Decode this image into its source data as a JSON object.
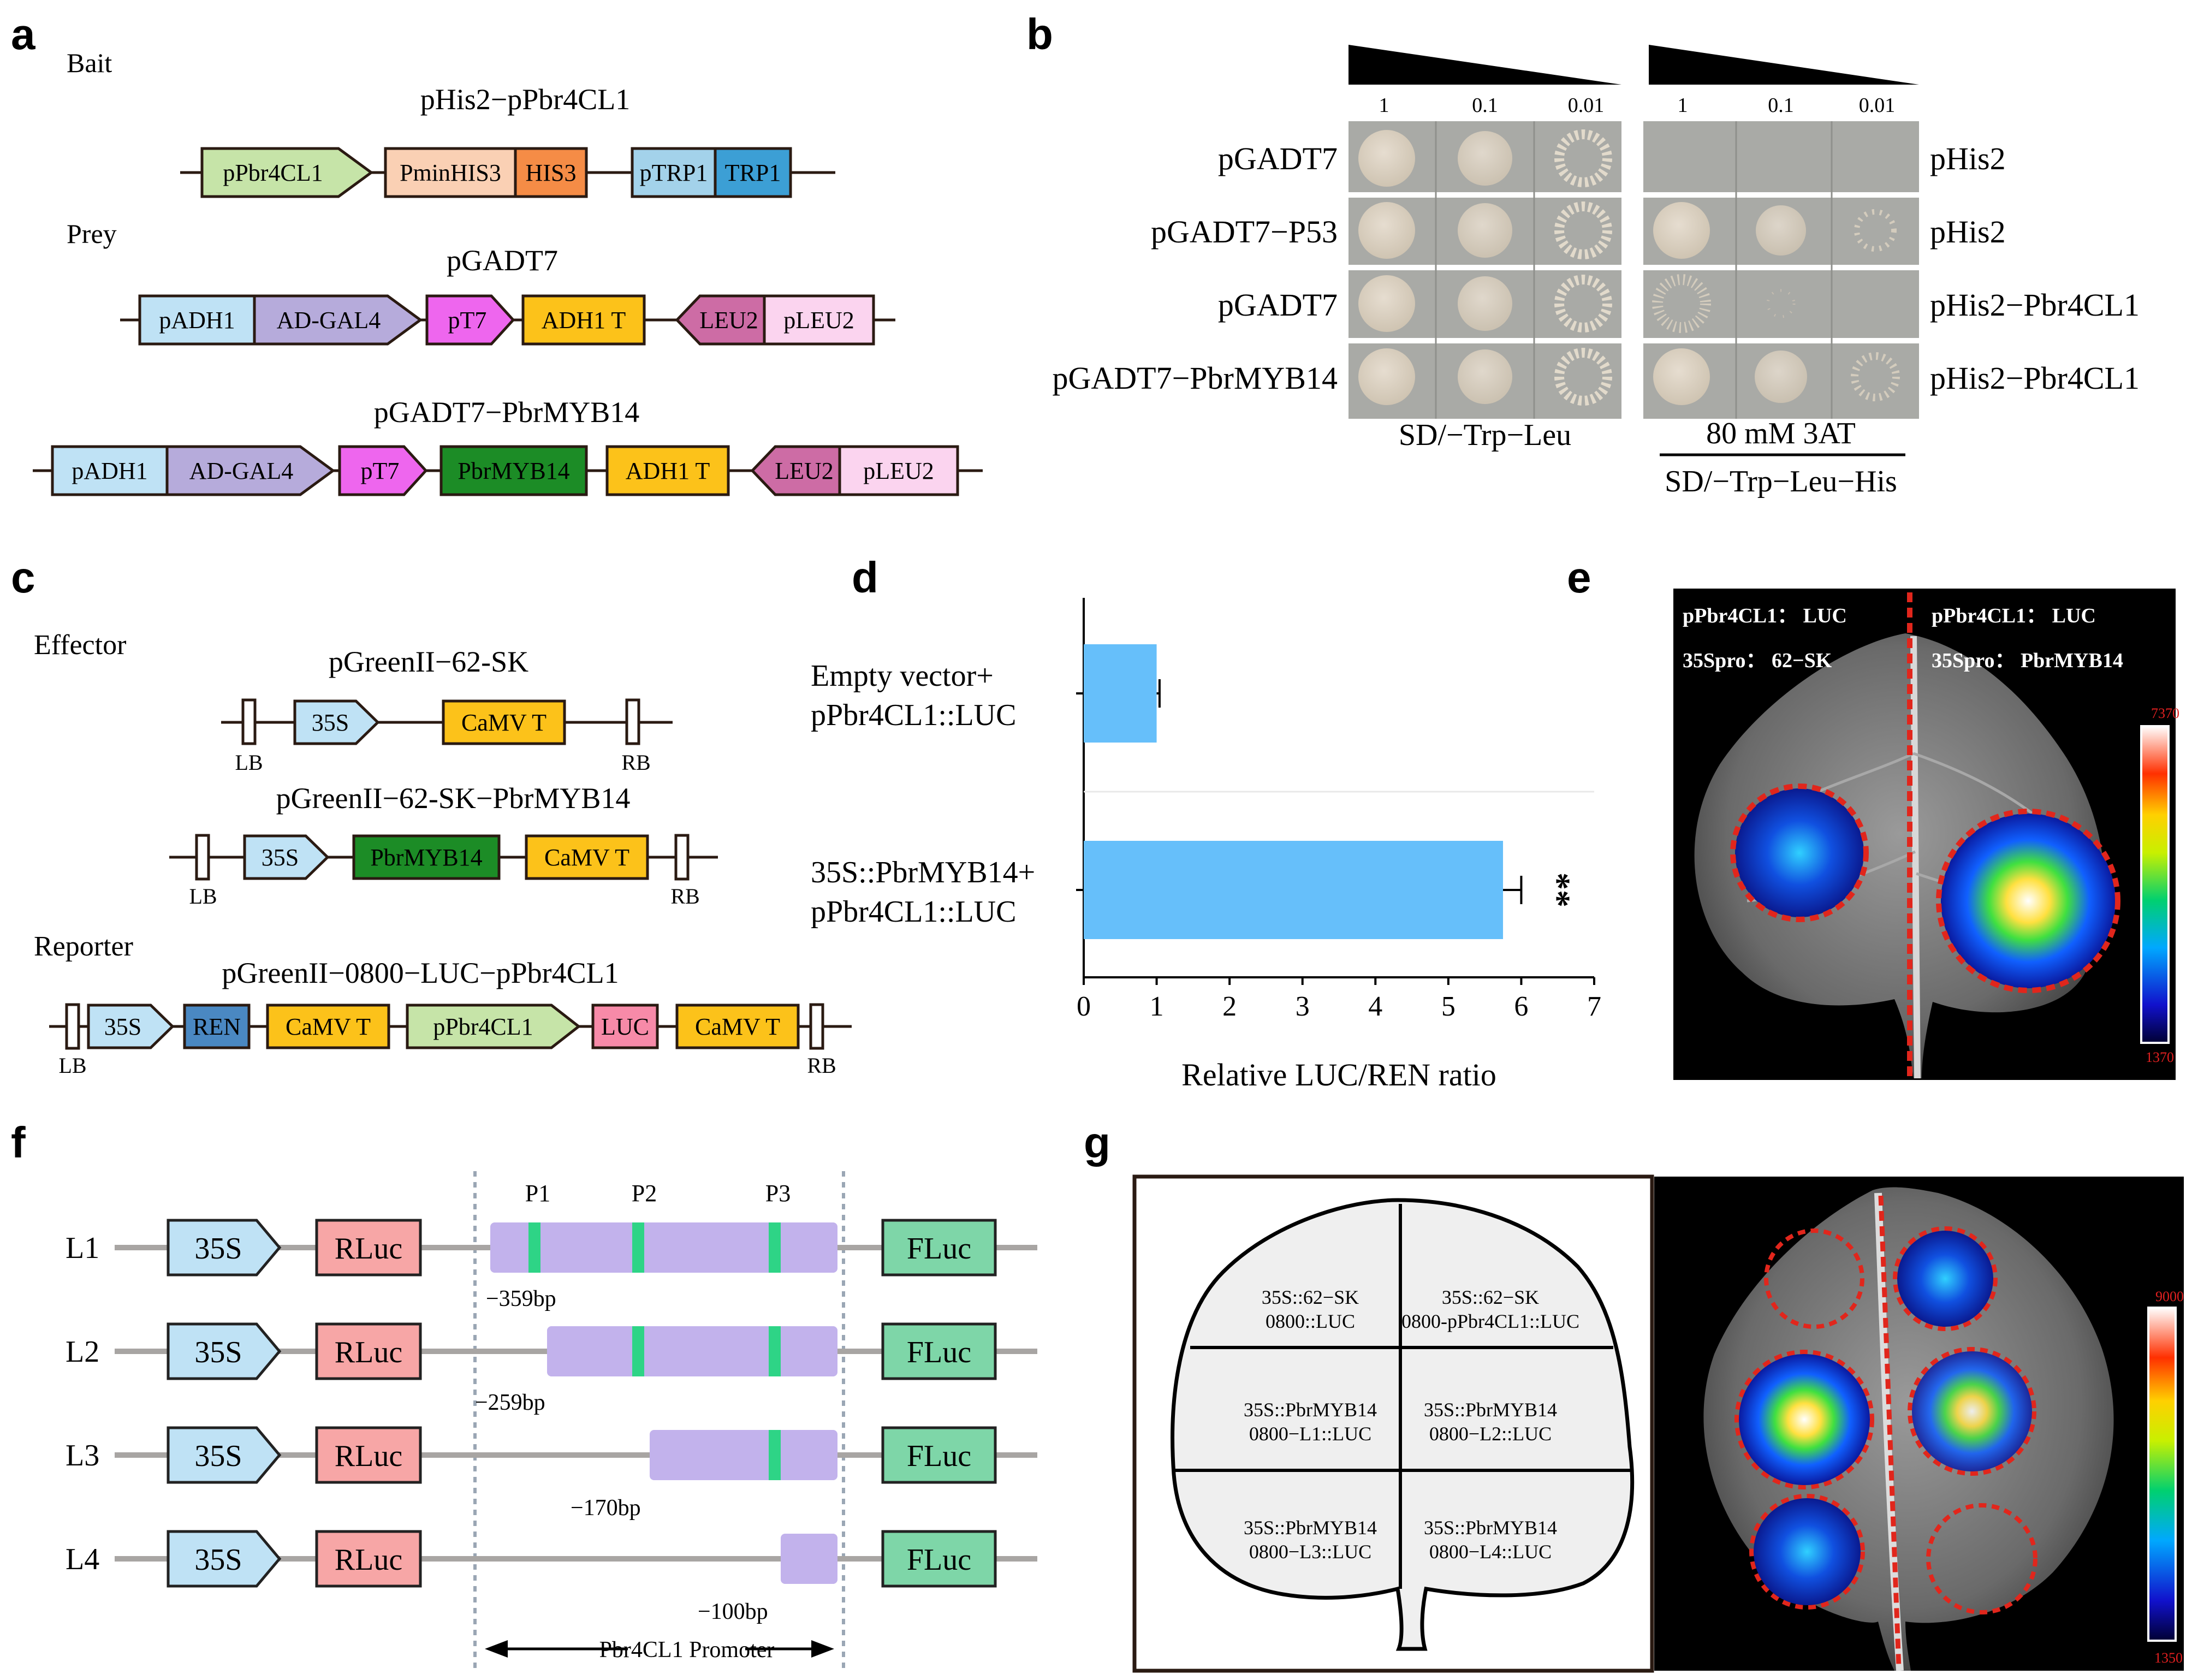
{
  "panel_labels": {
    "a": "a",
    "b": "b",
    "c": "c",
    "d": "d",
    "e": "e",
    "f": "f",
    "g": "g"
  },
  "panel_a": {
    "bait_label": "Bait",
    "prey_label": "Prey",
    "bait_title": "pHis2−pPbr4CL1",
    "prey1_title": "pGADT7",
    "prey2_title": "pGADT7−PbrMYB14",
    "bait_parts": [
      "pPbr4CL1",
      "PminHIS3",
      "HIS3",
      "pTRP1",
      "TRP1"
    ],
    "prey1_parts": [
      "pADH1",
      "AD-GAL4",
      "pT7",
      "ADH1 T",
      "LEU2",
      "pLEU2"
    ],
    "prey2_parts": [
      "pADH1",
      "AD-GAL4",
      "pT7",
      "PbrMYB14",
      "ADH1 T",
      "LEU2",
      "pLEU2"
    ]
  },
  "panel_b": {
    "dilutions": [
      "1",
      "0.1",
      "0.01"
    ],
    "rows": [
      {
        "prey": "pGADT7",
        "bait": "pHis2"
      },
      {
        "prey": "pGADT7−P53",
        "bait": "pHis2"
      },
      {
        "prey": "pGADT7",
        "bait": "pHis2−Pbr4CL1"
      },
      {
        "prey": "pGADT7−PbrMYB14",
        "bait": "pHis2−Pbr4CL1"
      }
    ],
    "left_medium": "SD/−Trp−Leu",
    "right_medium_conc": "80 mM 3AT",
    "right_medium": "SD/−Trp−Leu−His"
  },
  "panel_c": {
    "effector_label": "Effector",
    "reporter_label": "Reporter",
    "construct1_title": "pGreenII−62-SK",
    "construct2_title": "pGreenII−62-SK−PbrMYB14",
    "construct3_title": "pGreenII−0800−LUC−pPbr4CL1",
    "c1_parts": [
      "35S",
      "CaMV T"
    ],
    "c2_parts": [
      "35S",
      "PbrMYB14",
      "CaMV T"
    ],
    "c3_parts": [
      "35S",
      "REN",
      "CaMV T",
      "pPbr4CL1",
      "LUC",
      "CaMV T"
    ],
    "lb": "LB",
    "rb": "RB"
  },
  "chart_data": {
    "type": "bar",
    "orientation": "horizontal",
    "categories": [
      [
        "Empty vector+",
        "pPbr4CL1::LUC"
      ],
      [
        "35S::PbrMYB14+",
        "pPbr4CL1::LUC"
      ]
    ],
    "values": [
      1.0,
      5.75
    ],
    "errors": [
      0.04,
      0.25
    ],
    "significance": [
      "",
      "**"
    ],
    "xlabel": "Relative LUC/REN ratio",
    "xlim": [
      0,
      7
    ],
    "xticks": [
      "0",
      "1",
      "2",
      "3",
      "4",
      "5",
      "6",
      "7"
    ],
    "bar_color": "#66bffa"
  },
  "panel_e": {
    "left_label_1": "pPbr4CL1： LUC",
    "left_label_2": "35Spro： 62−SK",
    "right_label_1": "pPbr4CL1： LUC",
    "right_label_2": "35Spro： PbrMYB14",
    "scale_max": "7370",
    "scale_min": "1370"
  },
  "panel_f": {
    "rows": [
      "L1",
      "L2",
      "L3",
      "L4"
    ],
    "promoter_35s": "35S",
    "rluc": "RLuc",
    "fluc": "FLuc",
    "site_labels": [
      "P1",
      "P2",
      "P3"
    ],
    "deletions": [
      "−359bp",
      "−259bp",
      "−170bp",
      "−100bp"
    ],
    "promoter_label": "Pbr4CL1 Promoter"
  },
  "panel_g": {
    "cells": [
      [
        "35S::62−SK",
        "0800::LUC"
      ],
      [
        "35S::62−SK",
        "0800-pPbr4CL1::LUC"
      ],
      [
        "35S::PbrMYB14",
        "0800−L1::LUC"
      ],
      [
        "35S::PbrMYB14",
        "0800−L2::LUC"
      ],
      [
        "35S::PbrMYB14",
        "0800−L3::LUC"
      ],
      [
        "35S::PbrMYB14",
        "0800−L4::LUC"
      ]
    ],
    "scale_max": "9000",
    "scale_min": "1350"
  },
  "colors": {
    "promoter_green": "#c6e4a8",
    "promoter_blue": "#bfe2f5",
    "lavender": "#b6abdb",
    "magenta": "#ee66ee",
    "gold": "#fcc21a",
    "orange": "#f58c46",
    "peach": "#fad0b4",
    "leu2": "#cd6ca5",
    "pleu2": "#fbd4ef",
    "trp1": "#3c9fd5",
    "ptrp1": "#a3d2ea",
    "dark_green": "#1c8c26",
    "ren": "#4a88c2",
    "luc_pink": "#f78aa8",
    "rluc_pink": "#f7a6a6",
    "fluc_green": "#7ed6a8",
    "purple_block": "#c2b2ec",
    "site_green": "#2ed486",
    "spot_beige": "#d8cebe",
    "plate_grey": "#a9aaa6",
    "dashed_red": "#e1261c"
  }
}
